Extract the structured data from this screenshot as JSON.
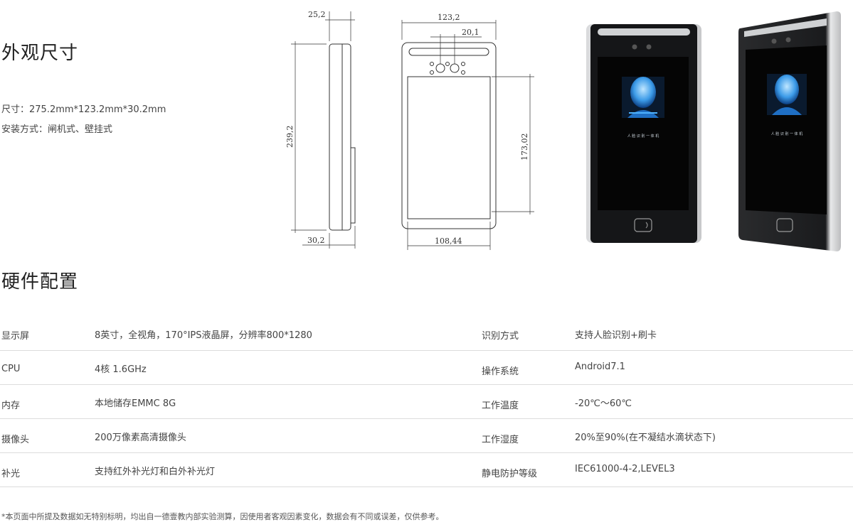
{
  "appearance": {
    "title": "外观尺寸",
    "size_line": "尺寸：275.2mm*123.2mm*30.2mm",
    "install_line": "安装方式：闸机式、壁挂式"
  },
  "drawing": {
    "side_top_width": "25,2",
    "side_height": "239,2",
    "side_bottom_width": "30,2",
    "front_width": "123,2",
    "camera_gap": "20,1",
    "screen_height": "173,02",
    "screen_width": "108,44"
  },
  "device": {
    "screen_text": "人 脸 识 别 一 体 机"
  },
  "hardware": {
    "title": "硬件配置",
    "rows": [
      {
        "l1": "显示屏",
        "v1": "8英寸，全视角，170°IPS液晶屏，分辨率800*1280",
        "l2": "识别方式",
        "v2": "支持人脸识别+刷卡"
      },
      {
        "l1": "CPU",
        "v1": "4核 1.6GHz",
        "l2": "操作系统",
        "v2": "Android7.1"
      },
      {
        "l1": "内存",
        "v1": "本地储存EMMC 8G",
        "l2": "工作温度",
        "v2": "-20℃～60℃"
      },
      {
        "l1": "摄像头",
        "v1": "200万像素高清摄像头",
        "l2": "工作湿度",
        "v2": "20%至90%(在不凝结水滴状态下)"
      },
      {
        "l1": "补光",
        "v1": "支持红外补光灯和白外补光灯",
        "l2": "静电防护等级",
        "v2": "IEC61000-4-2,LEVEL3"
      }
    ]
  },
  "footnote": "*本页面中所提及数据如无特别标明，均出自一德壹教内部实验测算，因使用者客观因素变化，数据会有不同或误差，仅供参考。"
}
